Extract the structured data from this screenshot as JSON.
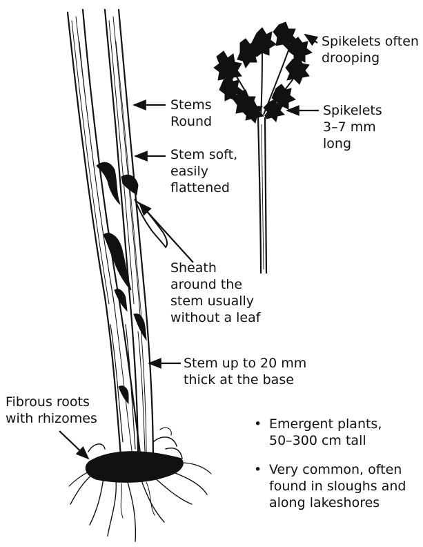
{
  "labels": {
    "spikelets_drooping": [
      "Spikelets often",
      "drooping"
    ],
    "stems_round": [
      "Stems",
      "Round"
    ],
    "spikelets_length": [
      "Spikelets",
      "3–7 mm",
      "long"
    ],
    "stem_soft": [
      "Stem soft,",
      "easily",
      "flattened"
    ],
    "sheath": [
      "Sheath",
      "around the",
      "stem usually",
      "without a leaf"
    ],
    "stem_thick": [
      "Stem up to 20 mm",
      "thick at the base"
    ],
    "fibrous_roots": [
      "Fibrous roots",
      "with rhizomes"
    ]
  },
  "notes": [
    [
      "Emergent plants,",
      "50–300 cm tall"
    ],
    [
      "Very common, often",
      "found in sloughs and",
      "along lakeshores"
    ]
  ],
  "bullet_char": "•"
}
